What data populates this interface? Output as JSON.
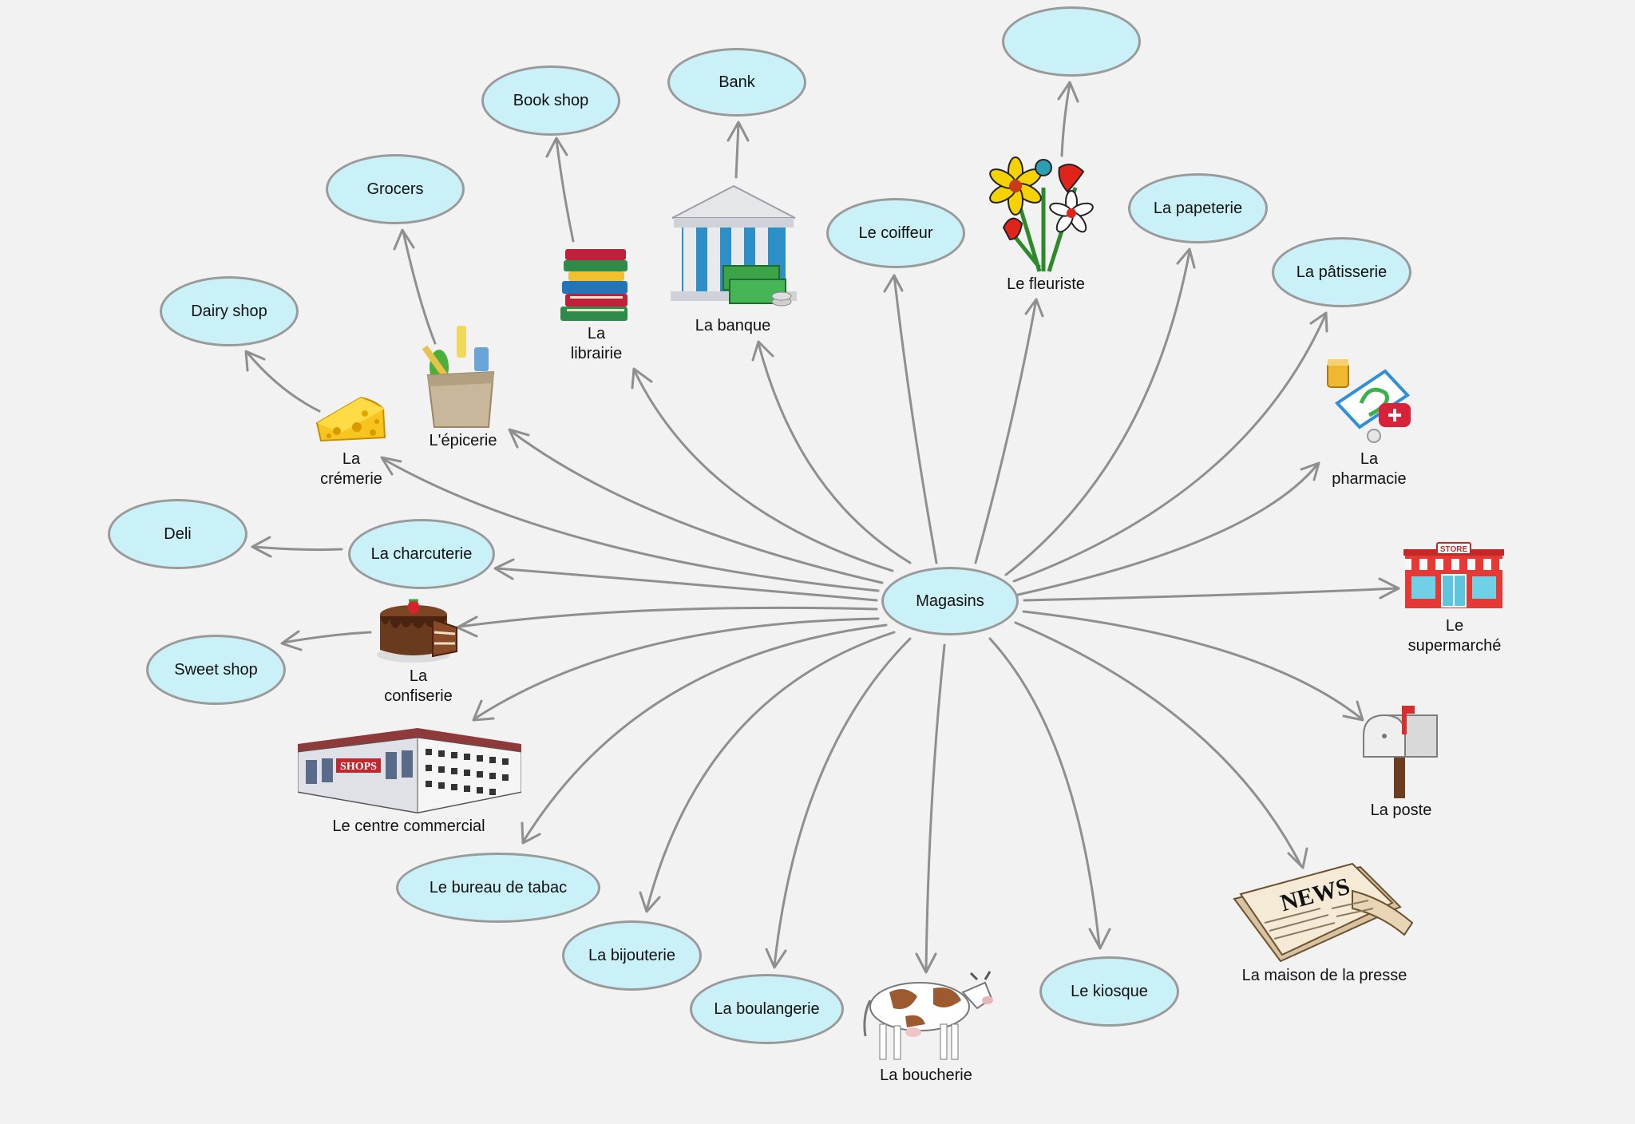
{
  "center": "Magasins",
  "english_ovals": {
    "dairy": "Dairy shop",
    "grocers": "Grocers",
    "book": "Book shop",
    "bank": "Bank",
    "flower": "",
    "deli": "Deli",
    "sweet": "Sweet shop"
  },
  "shop_ovals": {
    "coiffeur": "Le coiffeur",
    "papeterie": "La papeterie",
    "patisserie": "La pâtisserie",
    "charcuterie": "La charcuterie",
    "tabac": "Le bureau de tabac",
    "bijouterie": "La bijouterie",
    "boulangerie": "La boulangerie",
    "kiosque": "Le kiosque"
  },
  "picture_labels": {
    "cremerie_1": "La",
    "cremerie_2": "crémerie",
    "epicerie": "L'épicerie",
    "librairie_1": "La",
    "librairie_2": "librairie",
    "banque": "La banque",
    "fleuriste": "Le fleuriste",
    "pharmacie_1": "La",
    "pharmacie_2": "pharmacie",
    "supermarche_1": "Le",
    "supermarche_2": "supermarché",
    "poste": "La poste",
    "presse": "La maison de la presse",
    "boucherie": "La boucherie",
    "centre": "Le centre commercial",
    "confiserie_1": "La",
    "confiserie_2": "confiserie"
  },
  "icons": [
    "cheese-icon",
    "grocery-bag-icon",
    "books-icon",
    "bank-building-icon",
    "flowers-icon",
    "pharmacy-icon",
    "store-icon",
    "mailbox-icon",
    "newspaper-icon",
    "cow-icon",
    "shopping-mall-icon",
    "cake-icon"
  ],
  "colors": {
    "oval_fill": "#cbf1f8",
    "oval_border": "#9a9a9a",
    "arrow": "#8f8f8f",
    "background": "#f2f2f2"
  }
}
